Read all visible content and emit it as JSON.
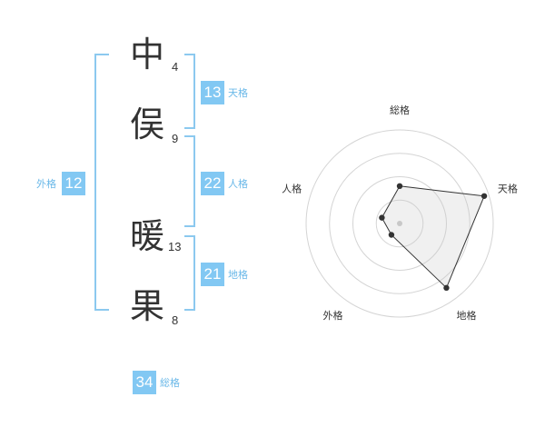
{
  "name": {
    "chars": [
      {
        "char": "中",
        "strokes": "4"
      },
      {
        "char": "俣",
        "strokes": "9"
      },
      {
        "char": "暖",
        "strokes": "13"
      },
      {
        "char": "果",
        "strokes": "8"
      }
    ]
  },
  "kaku": {
    "tenkaku": {
      "value": "13",
      "label": "天格"
    },
    "jinkaku": {
      "value": "22",
      "label": "人格"
    },
    "chikaku": {
      "value": "21",
      "label": "地格"
    },
    "gaikaku": {
      "value": "12",
      "label": "外格"
    },
    "soukaku": {
      "value": "34",
      "label": "総格"
    }
  },
  "colors": {
    "accent": "#82c8f3",
    "bracket": "#8cc9ef",
    "label": "#6ab8e8",
    "text": "#333333"
  },
  "chart_data": {
    "type": "radar",
    "axes": [
      "総格",
      "天格",
      "地格",
      "外格",
      "人格"
    ],
    "values": [
      0.4,
      0.95,
      0.85,
      0.15,
      0.2
    ],
    "range": [
      0,
      1
    ],
    "rings": 4
  }
}
